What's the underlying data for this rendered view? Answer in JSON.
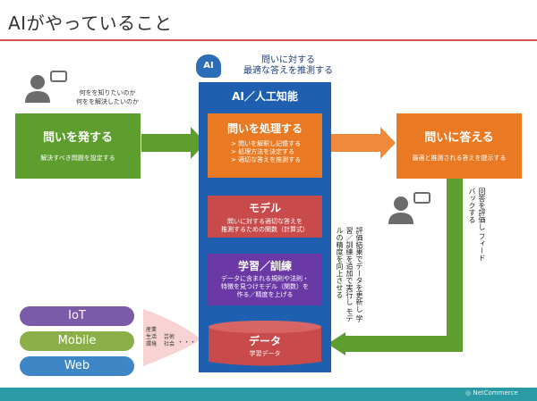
{
  "title": "AIがやっていること",
  "ai_badge": "AI",
  "ai_caption": [
    "問いに対する",
    "最適な答えを推測する"
  ],
  "panel_title": "AI／人工知能",
  "left_caption": [
    "何をを知りたいのか",
    "何をを解決したいのか"
  ],
  "ask_box": {
    "title": "問いを発する",
    "sub": "解決すべき問題を設定する"
  },
  "process_box": {
    "title": "問いを処理する",
    "items": [
      "問いを解釈し記憶する",
      "処理方法を決定する",
      "適切な答えを推測する"
    ]
  },
  "model_box": {
    "title": "モデル",
    "sub": [
      "問いに対する適切な答えを",
      "推測するための関数（計算式）"
    ]
  },
  "learn_box": {
    "title": "学習／訓練",
    "sub": [
      "データに含まれる規則や法則・",
      "特徴を見つけモデル（関数）を",
      "作る／精度を上げる"
    ]
  },
  "data_box": {
    "title": "データ",
    "sub": "学習データ"
  },
  "answer_box": {
    "title": "問いに答える",
    "sub": "最適と推測される答えを提示する"
  },
  "right_vertical": [
    "回答を評価し",
    "フィードバックする"
  ],
  "center_vertical": [
    "評価結果でデータを更新し",
    "学習／訓練を追加で実行し",
    "モデルの精度を向上させる"
  ],
  "sources": [
    "IoT",
    "Mobile",
    "Web"
  ],
  "source_labels_a": [
    "産業",
    "生活",
    "環境"
  ],
  "source_labels_b": [
    "芸術",
    "社会"
  ],
  "source_dots": "・・・",
  "footer": "NetCommerce",
  "colors": {
    "green": "#5e9e2f",
    "orange": "#e97a23",
    "blue": "#1f5fb0",
    "red": "#c84a4a",
    "purple": "#6b39a6",
    "accent": "#d9534f",
    "teal": "#2a9aa4"
  }
}
